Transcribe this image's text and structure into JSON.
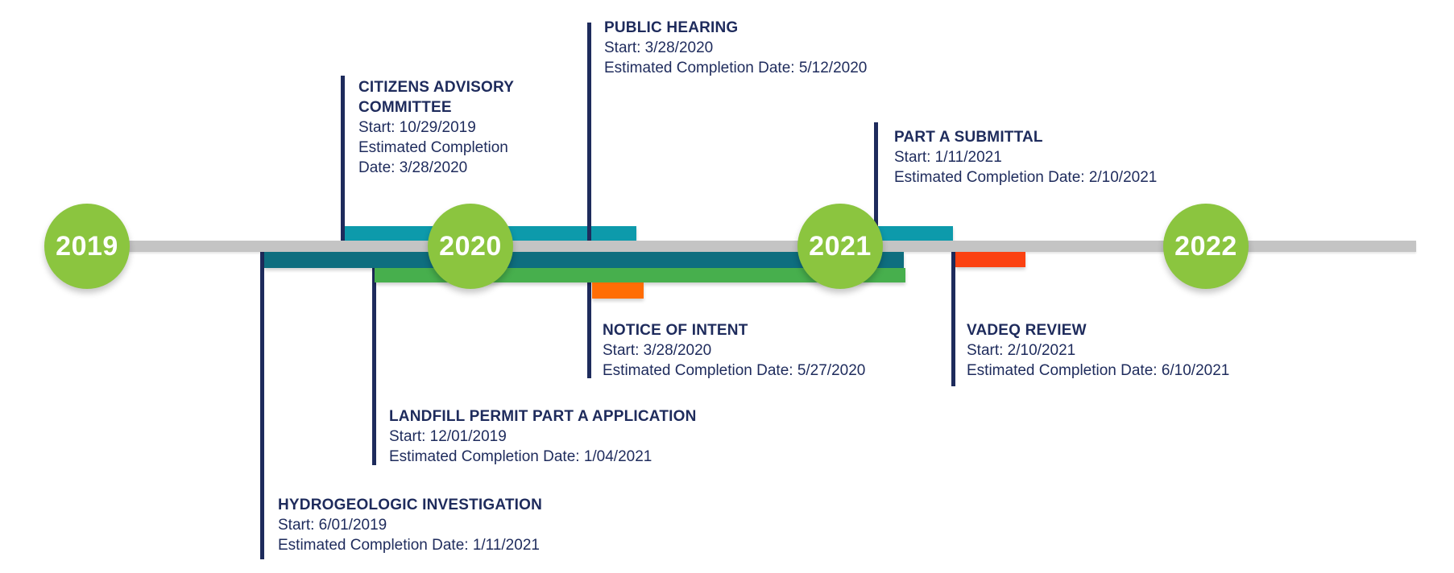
{
  "timeline": {
    "axis_color": "#c4c4c4",
    "year_circle_color": "#8bc53f",
    "text_color": "#1e2b5c",
    "years": [
      {
        "label": "2019"
      },
      {
        "label": "2020"
      },
      {
        "label": "2021"
      },
      {
        "label": "2022"
      }
    ]
  },
  "phases": [
    {
      "name": "CITIZENS ADVISORY COMMITTEE",
      "start_text": "Start: 10/29/2019",
      "completion_text": "Estimated Completion Date: 3/28/2020",
      "bar_color": "#0d9aab",
      "bar_side": "above"
    },
    {
      "name": "PUBLIC HEARING",
      "start_text": "Start: 3/28/2020",
      "completion_text": "Estimated Completion Date: 5/12/2020",
      "bar_color": "#0d9aab",
      "bar_side": "above"
    },
    {
      "name": "PART A SUBMITTAL",
      "start_text": "Start: 1/11/2021",
      "completion_text": "Estimated Completion Date: 2/10/2021",
      "bar_color": "#0d9aab",
      "bar_side": "above"
    },
    {
      "name": "HYDROGEOLOGIC INVESTIGATION",
      "start_text": "Start: 6/01/2019",
      "completion_text": "Estimated Completion Date: 1/11/2021",
      "bar_color": "#0e6e7f",
      "bar_side": "below"
    },
    {
      "name": "LANDFILL PERMIT PART A APPLICATION",
      "start_text": "Start: 12/01/2019",
      "completion_text": "Estimated Completion Date: 1/04/2021",
      "bar_color": "#47af4d",
      "bar_side": "below"
    },
    {
      "name": "NOTICE OF INTENT",
      "start_text": "Start: 3/28/2020",
      "completion_text": "Estimated Completion Date: 5/27/2020",
      "bar_color": "#ff6d05",
      "bar_side": "below"
    },
    {
      "name": "VADEQ REVIEW",
      "start_text": "Start: 2/10/2021",
      "completion_text": "Estimated Completion Date: 6/10/2021",
      "bar_color": "#fb4111",
      "bar_side": "below"
    }
  ]
}
